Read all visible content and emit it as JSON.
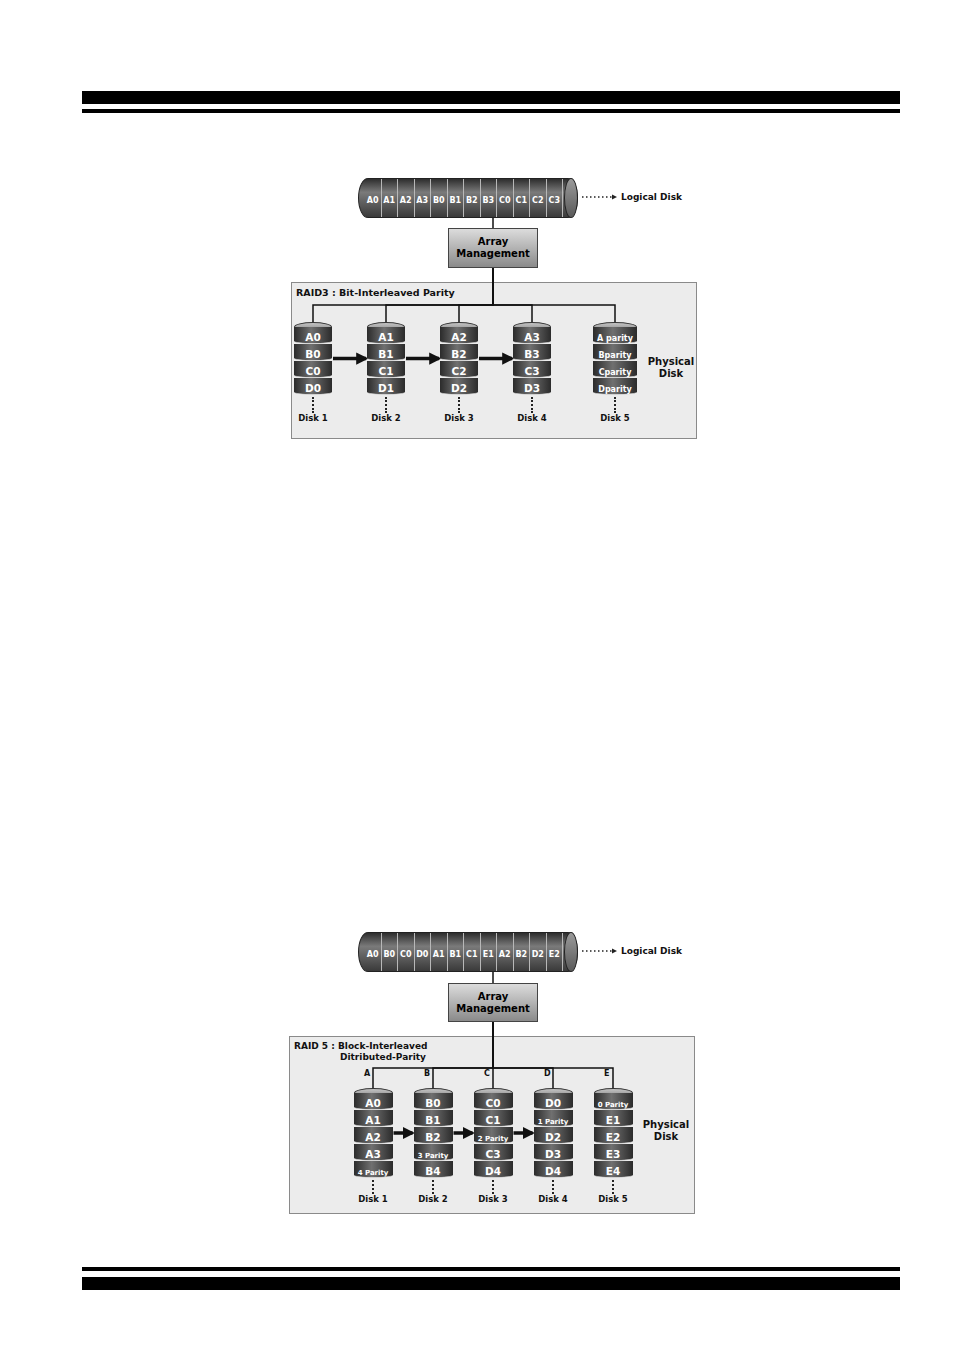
{
  "diagram": {
    "nodes": [
      {
        "text": [
          "A0",
          "A1",
          "A2",
          "A3",
          "B0",
          "B1",
          "B2",
          "B3",
          "C0",
          "C1",
          "C2",
          "C3"
        ]
      },
      {
        "text": [
          "Array Management"
        ]
      },
      {
        "text": [
          "RAID3 : Bit-Interleaved Parity"
        ]
      },
      {
        "text": [
          "A0",
          "B0",
          "C0",
          "D0",
          "Disk 1"
        ],
        "in": 2
      },
      {
        "text": [
          "A1",
          "B1",
          "C1",
          "D1",
          "Disk 2"
        ],
        "in": 2
      },
      {
        "text": [
          "A2",
          "B2",
          "C2",
          "D2",
          "Disk 3"
        ],
        "in": 2
      },
      {
        "text": [
          "A3",
          "B3",
          "C3",
          "D3",
          "Disk 4"
        ],
        "in": 2
      },
      {
        "text": [
          "A parity",
          "Bparity",
          "Cparity",
          "Dparity",
          "Disk 5"
        ],
        "in": 2
      },
      {
        "text": [
          "A0",
          "B0",
          "C0",
          "D0",
          "A1",
          "B1",
          "C1",
          "E1",
          "A2",
          "B2",
          "D2",
          "E2"
        ]
      },
      {
        "text": [
          "Array Management"
        ]
      },
      {
        "text": [
          "RAID 5 : Block-Interleaved Ditributed-Parity"
        ]
      },
      {
        "text": [
          "A0",
          "A1",
          "A2",
          "A3",
          "4 Parity",
          "Disk 1"
        ],
        "in": 10
      },
      {
        "text": [
          "B0",
          "B1",
          "B2",
          "3 Parity",
          "B4",
          "Disk 2"
        ],
        "in": 10
      },
      {
        "text": [
          "C0",
          "C1",
          "2 Parity",
          "C3",
          "D4",
          "Disk 3"
        ],
        "in": 10
      },
      {
        "text": [
          "D0",
          "1 Parity",
          "D2",
          "D3",
          "D4",
          "Disk 4"
        ],
        "in": 10
      },
      {
        "text": [
          "0 Parity",
          "E1",
          "E2",
          "E3",
          "E4",
          "Disk 5"
        ],
        "in": 10
      }
    ],
    "edges": [
      {
        "from": 0,
        "to": 1,
        "arrow": "none"
      },
      {
        "from": 1,
        "to": 3,
        "arrow": "none"
      },
      {
        "from": 1,
        "to": 4,
        "arrow": "none"
      },
      {
        "from": 1,
        "to": 5,
        "arrow": "none"
      },
      {
        "from": 1,
        "to": 6,
        "arrow": "none"
      },
      {
        "from": 1,
        "to": 7,
        "arrow": "none"
      },
      {
        "from": 3,
        "to": 4,
        "arrow": "to"
      },
      {
        "from": 4,
        "to": 5,
        "arrow": "to"
      },
      {
        "from": 5,
        "to": 6,
        "arrow": "to"
      },
      {
        "from": 8,
        "to": 9,
        "arrow": "none"
      },
      {
        "from": 9,
        "to": 11,
        "arrow": "none"
      },
      {
        "from": 9,
        "to": 12,
        "arrow": "none"
      },
      {
        "from": 9,
        "to": 13,
        "arrow": "none"
      },
      {
        "from": 9,
        "to": 14,
        "arrow": "none"
      },
      {
        "from": 9,
        "to": 15,
        "arrow": "none"
      },
      {
        "from": 11,
        "to": 12,
        "arrow": "to"
      },
      {
        "from": 12,
        "to": 13,
        "arrow": "to"
      },
      {
        "from": 13,
        "to": 14,
        "arrow": "to"
      }
    ],
    "labels": [
      "Logical Disk",
      "Physical Disk",
      "Logical Disk",
      "A",
      "B",
      "C",
      "D",
      "E",
      "Physical Disk"
    ]
  }
}
